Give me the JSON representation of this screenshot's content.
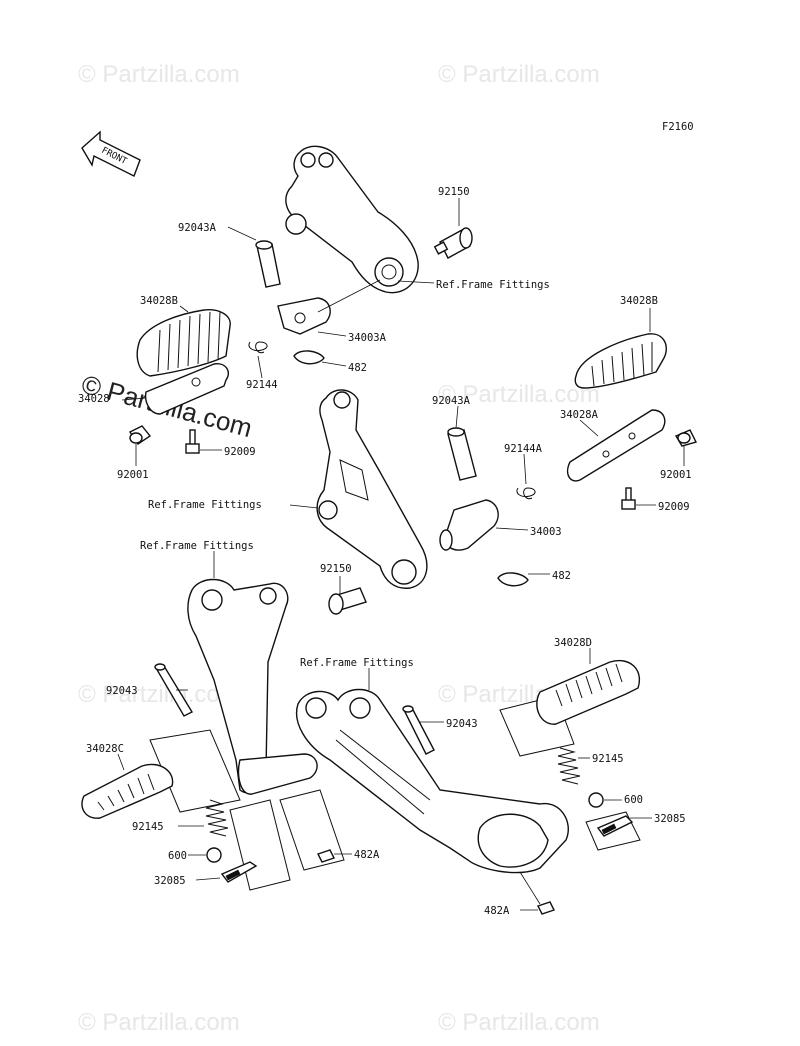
{
  "diagram_id": "F2160",
  "watermark": "© Partzilla.com",
  "front_label": "FRONT",
  "parts": {
    "p92150_a": "92150",
    "p92043A_a": "92043A",
    "ref_frame_1": "Ref.Frame Fittings",
    "p34028B_left": "34028B",
    "p34003A": "34003A",
    "p482_a": "482",
    "p92144": "92144",
    "p34028": "34028",
    "p92001_left": "92001",
    "p92009_left": "92009",
    "p34028B_right": "34028B",
    "p92043A_b": "92043A",
    "p34028A": "34028A",
    "p92144A": "92144A",
    "p92001_right": "92001",
    "p92009_right": "92009",
    "ref_frame_2": "Ref.Frame Fittings",
    "p34003": "34003",
    "p92150_b": "92150",
    "p482_b": "482",
    "ref_frame_3": "Ref.Frame Fittings",
    "p92043_left": "92043",
    "ref_frame_4": "Ref.Frame Fittings",
    "p34028D": "34028D",
    "p92043_right": "92043",
    "p34028C": "34028C",
    "p92145_right": "92145",
    "p600_right": "600",
    "p32085_right": "32085",
    "p92145_left": "92145",
    "p600_left": "600",
    "p482A_left": "482A",
    "p32085_left": "32085",
    "p482A_bottom": "482A"
  }
}
